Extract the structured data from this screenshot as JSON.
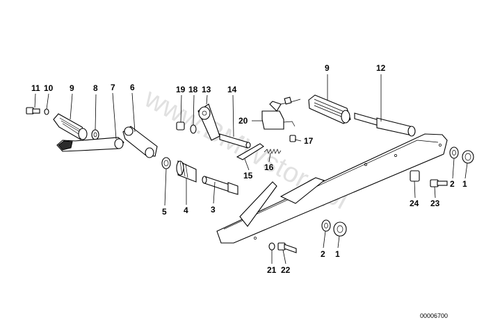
{
  "callouts": {
    "c11": "11",
    "c10": "10",
    "c9a": "9",
    "c8": "8",
    "c7": "7",
    "c6": "6",
    "c19": "19",
    "c18": "18",
    "c13": "13",
    "c14": "14",
    "c9b": "9",
    "c12": "12",
    "c20": "20",
    "c17": "17",
    "c16": "16",
    "c15": "15",
    "c5": "5",
    "c4": "4",
    "c3": "3",
    "c2a": "2",
    "c1a": "1",
    "c24": "24",
    "c23": "23",
    "c2b": "2",
    "c1b": "1",
    "c21": "21",
    "c22": "22"
  },
  "watermark": "www.BMWstore.pl",
  "reference_number": "00006700"
}
